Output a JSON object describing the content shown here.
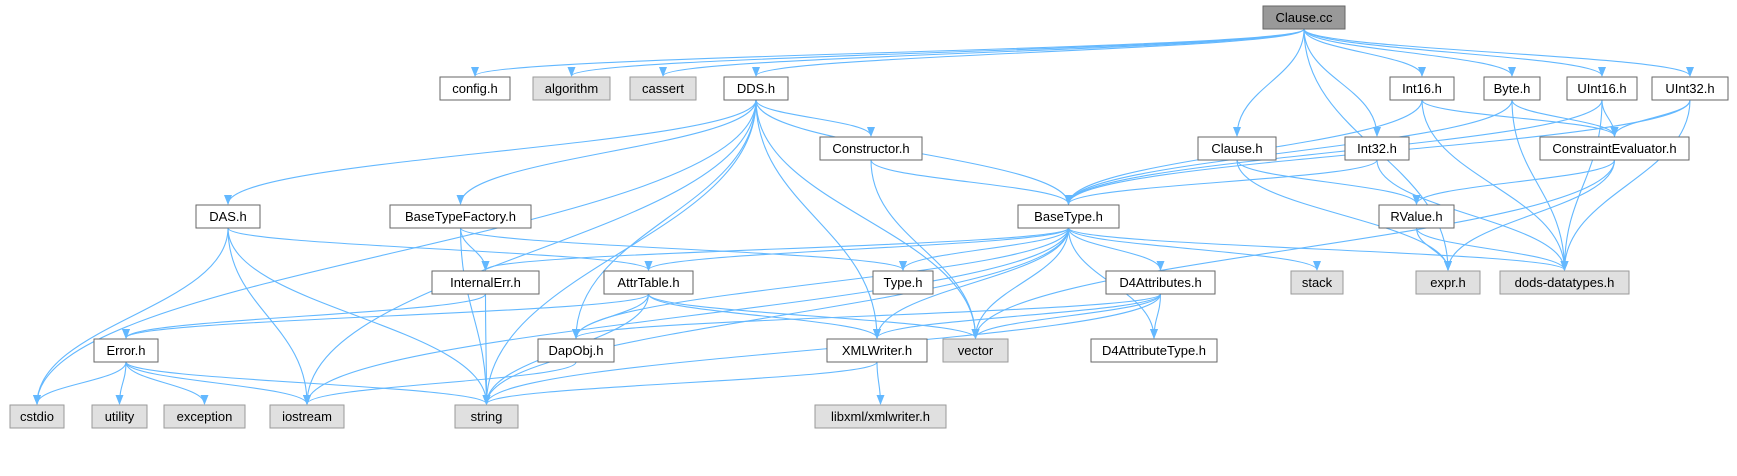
{
  "colors": {
    "edge": "#63b8ff",
    "root_fill": "#999999",
    "root_stroke": "#666666",
    "file_fill": "#ffffff",
    "file_stroke": "#666666",
    "system_fill": "#e0e0e0",
    "system_stroke": "#999999"
  },
  "nodes": [
    {
      "id": "clause_cc",
      "label": "Clause.cc",
      "kind": "root"
    },
    {
      "id": "config_h",
      "label": "config.h",
      "kind": "file"
    },
    {
      "id": "algorithm",
      "label": "algorithm",
      "kind": "system"
    },
    {
      "id": "cassert",
      "label": "cassert",
      "kind": "system"
    },
    {
      "id": "dds_h",
      "label": "DDS.h",
      "kind": "file"
    },
    {
      "id": "int16_h",
      "label": "Int16.h",
      "kind": "file"
    },
    {
      "id": "byte_h",
      "label": "Byte.h",
      "kind": "file"
    },
    {
      "id": "uint16_h",
      "label": "UInt16.h",
      "kind": "file"
    },
    {
      "id": "uint32_h",
      "label": "UInt32.h",
      "kind": "file"
    },
    {
      "id": "constructor_h",
      "label": "Constructor.h",
      "kind": "file"
    },
    {
      "id": "clause_h",
      "label": "Clause.h",
      "kind": "file"
    },
    {
      "id": "int32_h",
      "label": "Int32.h",
      "kind": "file"
    },
    {
      "id": "constraintevaluator_h",
      "label": "ConstraintEvaluator.h",
      "kind": "file"
    },
    {
      "id": "das_h",
      "label": "DAS.h",
      "kind": "file"
    },
    {
      "id": "basetypefactory_h",
      "label": "BaseTypeFactory.h",
      "kind": "file"
    },
    {
      "id": "basetype_h",
      "label": "BaseType.h",
      "kind": "file"
    },
    {
      "id": "rvalue_h",
      "label": "RValue.h",
      "kind": "file"
    },
    {
      "id": "internalerr_h",
      "label": "InternalErr.h",
      "kind": "file"
    },
    {
      "id": "attrtable_h",
      "label": "AttrTable.h",
      "kind": "file"
    },
    {
      "id": "type_h",
      "label": "Type.h",
      "kind": "file"
    },
    {
      "id": "d4attributes_h",
      "label": "D4Attributes.h",
      "kind": "file"
    },
    {
      "id": "stack",
      "label": "stack",
      "kind": "system"
    },
    {
      "id": "expr_h",
      "label": "expr.h",
      "kind": "system"
    },
    {
      "id": "dods_datatypes_h",
      "label": "dods-datatypes.h",
      "kind": "system"
    },
    {
      "id": "error_h",
      "label": "Error.h",
      "kind": "file"
    },
    {
      "id": "dapobj_h",
      "label": "DapObj.h",
      "kind": "file"
    },
    {
      "id": "xmlwriter_h",
      "label": "XMLWriter.h",
      "kind": "file"
    },
    {
      "id": "vector",
      "label": "vector",
      "kind": "system"
    },
    {
      "id": "d4attributetype_h",
      "label": "D4AttributeType.h",
      "kind": "file"
    },
    {
      "id": "cstdio",
      "label": "cstdio",
      "kind": "system"
    },
    {
      "id": "utility",
      "label": "utility",
      "kind": "system"
    },
    {
      "id": "exception",
      "label": "exception",
      "kind": "system"
    },
    {
      "id": "iostream",
      "label": "iostream",
      "kind": "system"
    },
    {
      "id": "string",
      "label": "string",
      "kind": "system"
    },
    {
      "id": "libxml_xmlwriter_h",
      "label": "libxml/xmlwriter.h",
      "kind": "system"
    }
  ],
  "edges": [
    [
      "clause_cc",
      "config_h"
    ],
    [
      "clause_cc",
      "algorithm"
    ],
    [
      "clause_cc",
      "cassert"
    ],
    [
      "clause_cc",
      "dds_h"
    ],
    [
      "clause_cc",
      "int16_h"
    ],
    [
      "clause_cc",
      "byte_h"
    ],
    [
      "clause_cc",
      "uint16_h"
    ],
    [
      "clause_cc",
      "uint32_h"
    ],
    [
      "clause_cc",
      "clause_h"
    ],
    [
      "clause_cc",
      "int32_h"
    ],
    [
      "clause_cc",
      "expr_h"
    ],
    [
      "dds_h",
      "das_h"
    ],
    [
      "dds_h",
      "basetypefactory_h"
    ],
    [
      "dds_h",
      "constructor_h"
    ],
    [
      "dds_h",
      "basetype_h"
    ],
    [
      "dds_h",
      "cstdio"
    ],
    [
      "dds_h",
      "iostream"
    ],
    [
      "dds_h",
      "string"
    ],
    [
      "dds_h",
      "dapobj_h"
    ],
    [
      "dds_h",
      "xmlwriter_h"
    ],
    [
      "dds_h",
      "vector"
    ],
    [
      "int16_h",
      "basetype_h"
    ],
    [
      "int16_h",
      "constraintevaluator_h"
    ],
    [
      "int16_h",
      "dods_datatypes_h"
    ],
    [
      "byte_h",
      "basetype_h"
    ],
    [
      "byte_h",
      "constraintevaluator_h"
    ],
    [
      "byte_h",
      "dods_datatypes_h"
    ],
    [
      "uint16_h",
      "basetype_h"
    ],
    [
      "uint16_h",
      "constraintevaluator_h"
    ],
    [
      "uint16_h",
      "dods_datatypes_h"
    ],
    [
      "uint32_h",
      "basetype_h"
    ],
    [
      "uint32_h",
      "constraintevaluator_h"
    ],
    [
      "uint32_h",
      "dods_datatypes_h"
    ],
    [
      "constructor_h",
      "basetype_h"
    ],
    [
      "constructor_h",
      "vector"
    ],
    [
      "clause_h",
      "rvalue_h"
    ],
    [
      "clause_h",
      "expr_h"
    ],
    [
      "int32_h",
      "basetype_h"
    ],
    [
      "int32_h",
      "dods_datatypes_h"
    ],
    [
      "constraintevaluator_h",
      "rvalue_h"
    ],
    [
      "constraintevaluator_h",
      "expr_h"
    ],
    [
      "constraintevaluator_h",
      "vector"
    ],
    [
      "rvalue_h",
      "expr_h"
    ],
    [
      "rvalue_h",
      "dods_datatypes_h"
    ],
    [
      "das_h",
      "attrtable_h"
    ],
    [
      "das_h",
      "cstdio"
    ],
    [
      "das_h",
      "iostream"
    ],
    [
      "das_h",
      "string"
    ],
    [
      "basetypefactory_h",
      "internalerr_h"
    ],
    [
      "basetypefactory_h",
      "type_h"
    ],
    [
      "basetypefactory_h",
      "string"
    ],
    [
      "basetype_h",
      "internalerr_h"
    ],
    [
      "basetype_h",
      "attrtable_h"
    ],
    [
      "basetype_h",
      "type_h"
    ],
    [
      "basetype_h",
      "d4attributes_h"
    ],
    [
      "basetype_h",
      "stack"
    ],
    [
      "basetype_h",
      "dods_datatypes_h"
    ],
    [
      "basetype_h",
      "dapobj_h"
    ],
    [
      "basetype_h",
      "xmlwriter_h"
    ],
    [
      "basetype_h",
      "vector"
    ],
    [
      "basetype_h",
      "d4attributetype_h"
    ],
    [
      "basetype_h",
      "iostream"
    ],
    [
      "basetype_h",
      "string"
    ],
    [
      "internalerr_h",
      "error_h"
    ],
    [
      "internalerr_h",
      "string"
    ],
    [
      "attrtable_h",
      "error_h"
    ],
    [
      "attrtable_h",
      "dapobj_h"
    ],
    [
      "attrtable_h",
      "xmlwriter_h"
    ],
    [
      "attrtable_h",
      "vector"
    ],
    [
      "attrtable_h",
      "string"
    ],
    [
      "d4attributes_h",
      "dapobj_h"
    ],
    [
      "d4attributes_h",
      "xmlwriter_h"
    ],
    [
      "d4attributes_h",
      "vector"
    ],
    [
      "d4attributes_h",
      "d4attributetype_h"
    ],
    [
      "d4attributes_h",
      "string"
    ],
    [
      "error_h",
      "cstdio"
    ],
    [
      "error_h",
      "utility"
    ],
    [
      "error_h",
      "exception"
    ],
    [
      "error_h",
      "iostream"
    ],
    [
      "error_h",
      "string"
    ],
    [
      "dapobj_h",
      "iostream"
    ],
    [
      "xmlwriter_h",
      "libxml_xmlwriter_h"
    ],
    [
      "xmlwriter_h",
      "string"
    ]
  ]
}
